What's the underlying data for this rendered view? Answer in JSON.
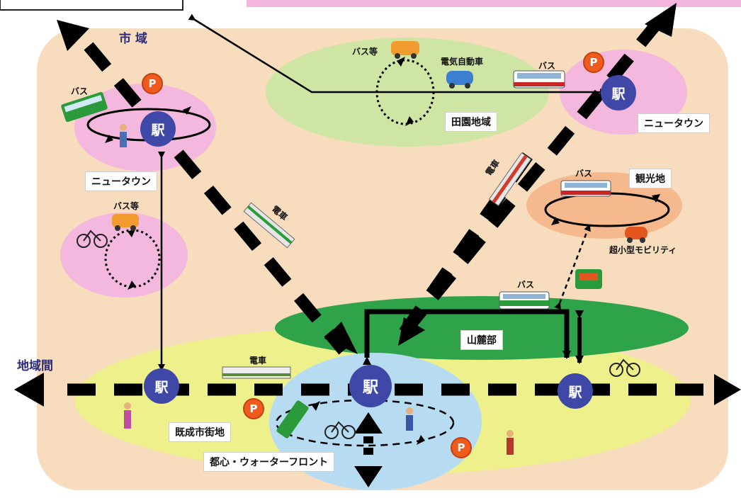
{
  "labels": {
    "city_area": "市 域",
    "inter_region": "地域間",
    "new_town_left": "ニュータウン",
    "new_town_right": "ニュータウン",
    "rural_area": "田園地域",
    "sightseeing": "観光地",
    "foothill": "山麓部",
    "existing_town": "既成市街地",
    "downtown_waterfront": "都心・ウォーターフロント",
    "bus_etc_top": "バス等",
    "bus_etc_left": "バス等",
    "electric_car": "電気自動車",
    "bus_top": "バス",
    "bus_left": "バス",
    "bus_sight": "バス",
    "bus_foothill": "バス",
    "train_diag_left": "電車",
    "train_diag_right": "電車",
    "train_bottom": "電車",
    "ultra_compact": "超小型モビリティ"
  },
  "station_label": "駅",
  "parking_label": "P",
  "colors": {
    "region_bg": "#f7dcbd",
    "pink_zone": "#f4b8de",
    "green_zone": "#cfe5a3",
    "dark_green_zone": "#2ea34a",
    "yellow_zone": "#eef08c",
    "light_blue_zone": "#b7dcf2",
    "orange_zone": "#f6b98d",
    "station": "#3f48a6",
    "parking": "#ef5a1d"
  }
}
